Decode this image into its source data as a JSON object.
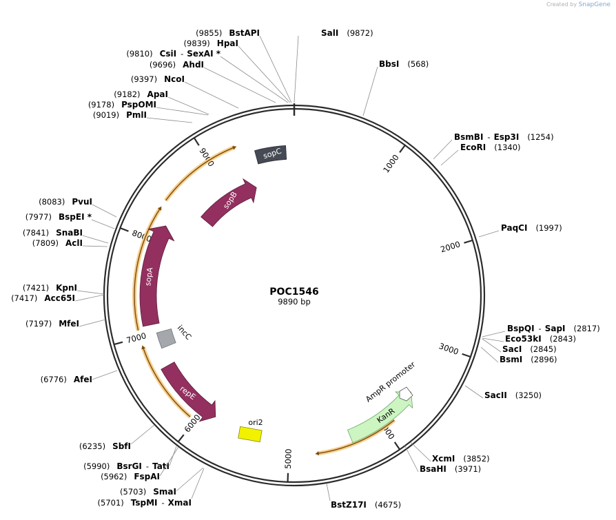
{
  "credit": {
    "prefix": "Created by",
    "brand": "SnapGene"
  },
  "plasmid": {
    "name": "POC1546",
    "length_label": "9890 bp",
    "length": 9890
  },
  "colors": {
    "backbone": "#2b2b2b",
    "sop": "#93305f",
    "sopC": "#454a54",
    "incC": "#a4a8ad",
    "ori2": "#f2f200",
    "kanR": "#ccf5c2",
    "promoter": "#ffffff",
    "orf": "#e8a33a"
  },
  "ticks": [
    {
      "bp": 1000,
      "label": "1000"
    },
    {
      "bp": 2000,
      "label": "2000"
    },
    {
      "bp": 3000,
      "label": "3000"
    },
    {
      "bp": 4000,
      "label": "4000"
    },
    {
      "bp": 5000,
      "label": "5000"
    },
    {
      "bp": 6000,
      "label": "6000"
    },
    {
      "bp": 7000,
      "label": "7000"
    },
    {
      "bp": 8000,
      "label": "8000"
    },
    {
      "bp": 9000,
      "label": "9000"
    }
  ],
  "sites": [
    {
      "name": "SalI",
      "pos": "(9872)",
      "bp": 9872
    },
    {
      "name": "BstAPI",
      "pos": "(9855)",
      "bp": 9855
    },
    {
      "name": "HpaI",
      "pos": "(9839)",
      "bp": 9839
    },
    {
      "name": "CsiI",
      "name2": "SexAI *",
      "pos": "(9810)",
      "bp": 9810
    },
    {
      "name": "AhdI",
      "pos": "(9696)",
      "bp": 9696
    },
    {
      "name": "NcoI",
      "pos": "(9397)",
      "bp": 9397
    },
    {
      "name": "ApaI",
      "pos": "(9182)",
      "bp": 9182
    },
    {
      "name": "PspOMI",
      "pos": "(9178)",
      "bp": 9178
    },
    {
      "name": "PmlI",
      "pos": "(9019)",
      "bp": 9019
    },
    {
      "name": "BbsI",
      "pos": "(568)",
      "bp": 568
    },
    {
      "name": "BsmBI",
      "name2": "Esp3I",
      "pos": "(1254)",
      "bp": 1254
    },
    {
      "name": "EcoRI",
      "pos": "(1340)",
      "bp": 1340
    },
    {
      "name": "PaqCI",
      "pos": "(1997)",
      "bp": 1997
    },
    {
      "name": "BspQI",
      "name2": "SapI",
      "pos": "(2817)",
      "bp": 2817
    },
    {
      "name": "Eco53kI",
      "pos": "(2843)",
      "bp": 2843
    },
    {
      "name": "SacI",
      "pos": "(2845)",
      "bp": 2845
    },
    {
      "name": "BsmI",
      "pos": "(2896)",
      "bp": 2896
    },
    {
      "name": "SacII",
      "pos": "(3250)",
      "bp": 3250
    },
    {
      "name": "XcmI",
      "pos": "(3852)",
      "bp": 3852
    },
    {
      "name": "BsaHI",
      "pos": "(3971)",
      "bp": 3971
    },
    {
      "name": "BstZ17I",
      "pos": "(4675)",
      "bp": 4675
    },
    {
      "name": "PvuI",
      "pos": "(8083)",
      "bp": 8083
    },
    {
      "name": "BspEI *",
      "pos": "(7977)",
      "bp": 7977
    },
    {
      "name": "SnaBI",
      "pos": "(7841)",
      "bp": 7841
    },
    {
      "name": "AclI",
      "pos": "(7809)",
      "bp": 7809
    },
    {
      "name": "KpnI",
      "pos": "(7421)",
      "bp": 7421
    },
    {
      "name": "Acc65I",
      "pos": "(7417)",
      "bp": 7417
    },
    {
      "name": "MfeI",
      "pos": "(7197)",
      "bp": 7197
    },
    {
      "name": "AfeI",
      "pos": "(6776)",
      "bp": 6776
    },
    {
      "name": "SbfI",
      "pos": "(6235)",
      "bp": 6235
    },
    {
      "name": "BsrGI",
      "name2": "TatI",
      "pos": "(5990)",
      "bp": 5990
    },
    {
      "name": "FspAI",
      "pos": "(5962)",
      "bp": 5962
    },
    {
      "name": "SmaI",
      "pos": "(5703)",
      "bp": 5703
    },
    {
      "name": "TspMI",
      "name2": "XmaI",
      "pos": "(5701)",
      "bp": 5701
    }
  ],
  "features": [
    {
      "name": "sopC",
      "kind": "misc"
    },
    {
      "name": "sopB",
      "kind": "cds"
    },
    {
      "name": "sopA",
      "kind": "cds"
    },
    {
      "name": "incC",
      "kind": "misc"
    },
    {
      "name": "repE",
      "kind": "cds"
    },
    {
      "name": "ori2",
      "kind": "origin"
    },
    {
      "name": "KanR",
      "kind": "cds"
    },
    {
      "name": "AmpR promoter",
      "kind": "promoter"
    }
  ]
}
